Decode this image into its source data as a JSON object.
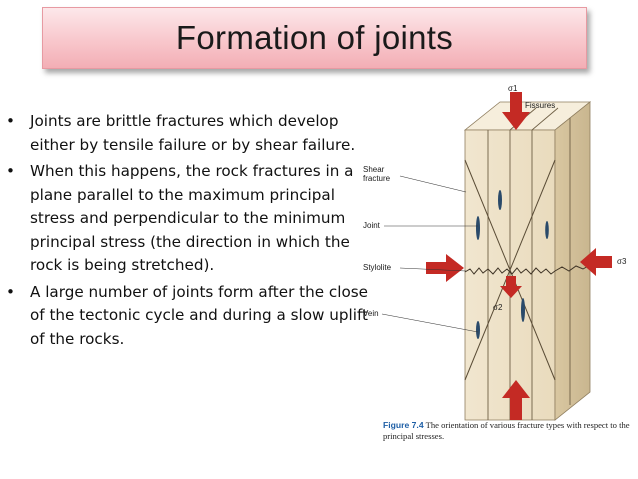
{
  "title": "Formation of joints",
  "bullets": [
    "Joints are brittle fractures which develop either by tensile failure or by shear failure.",
    "When this happens, the rock fractures in a plane parallel to the maximum principal stress and perpendicular to the minimum principal stress (the direction in which the rock is being stretched).",
    "A large number of joints form after the close of the tectonic cycle and during a slow uplift of the rocks."
  ],
  "figure": {
    "labels": {
      "sigma1": "σ1",
      "sigma2": "σ2",
      "sigma3": "σ3",
      "fissures": "Fissures",
      "shear_fracture_1": "Shear",
      "shear_fracture_2": "fracture",
      "joint": "Joint",
      "stylolite": "Stylolite",
      "vein": "Vein"
    },
    "caption_fig": "Figure 7.4",
    "caption_text": " The orientation of various fracture types with respect to the principal stresses."
  },
  "colors": {
    "arrow": "#c42a24",
    "title_bg": "#f8c7cc"
  }
}
